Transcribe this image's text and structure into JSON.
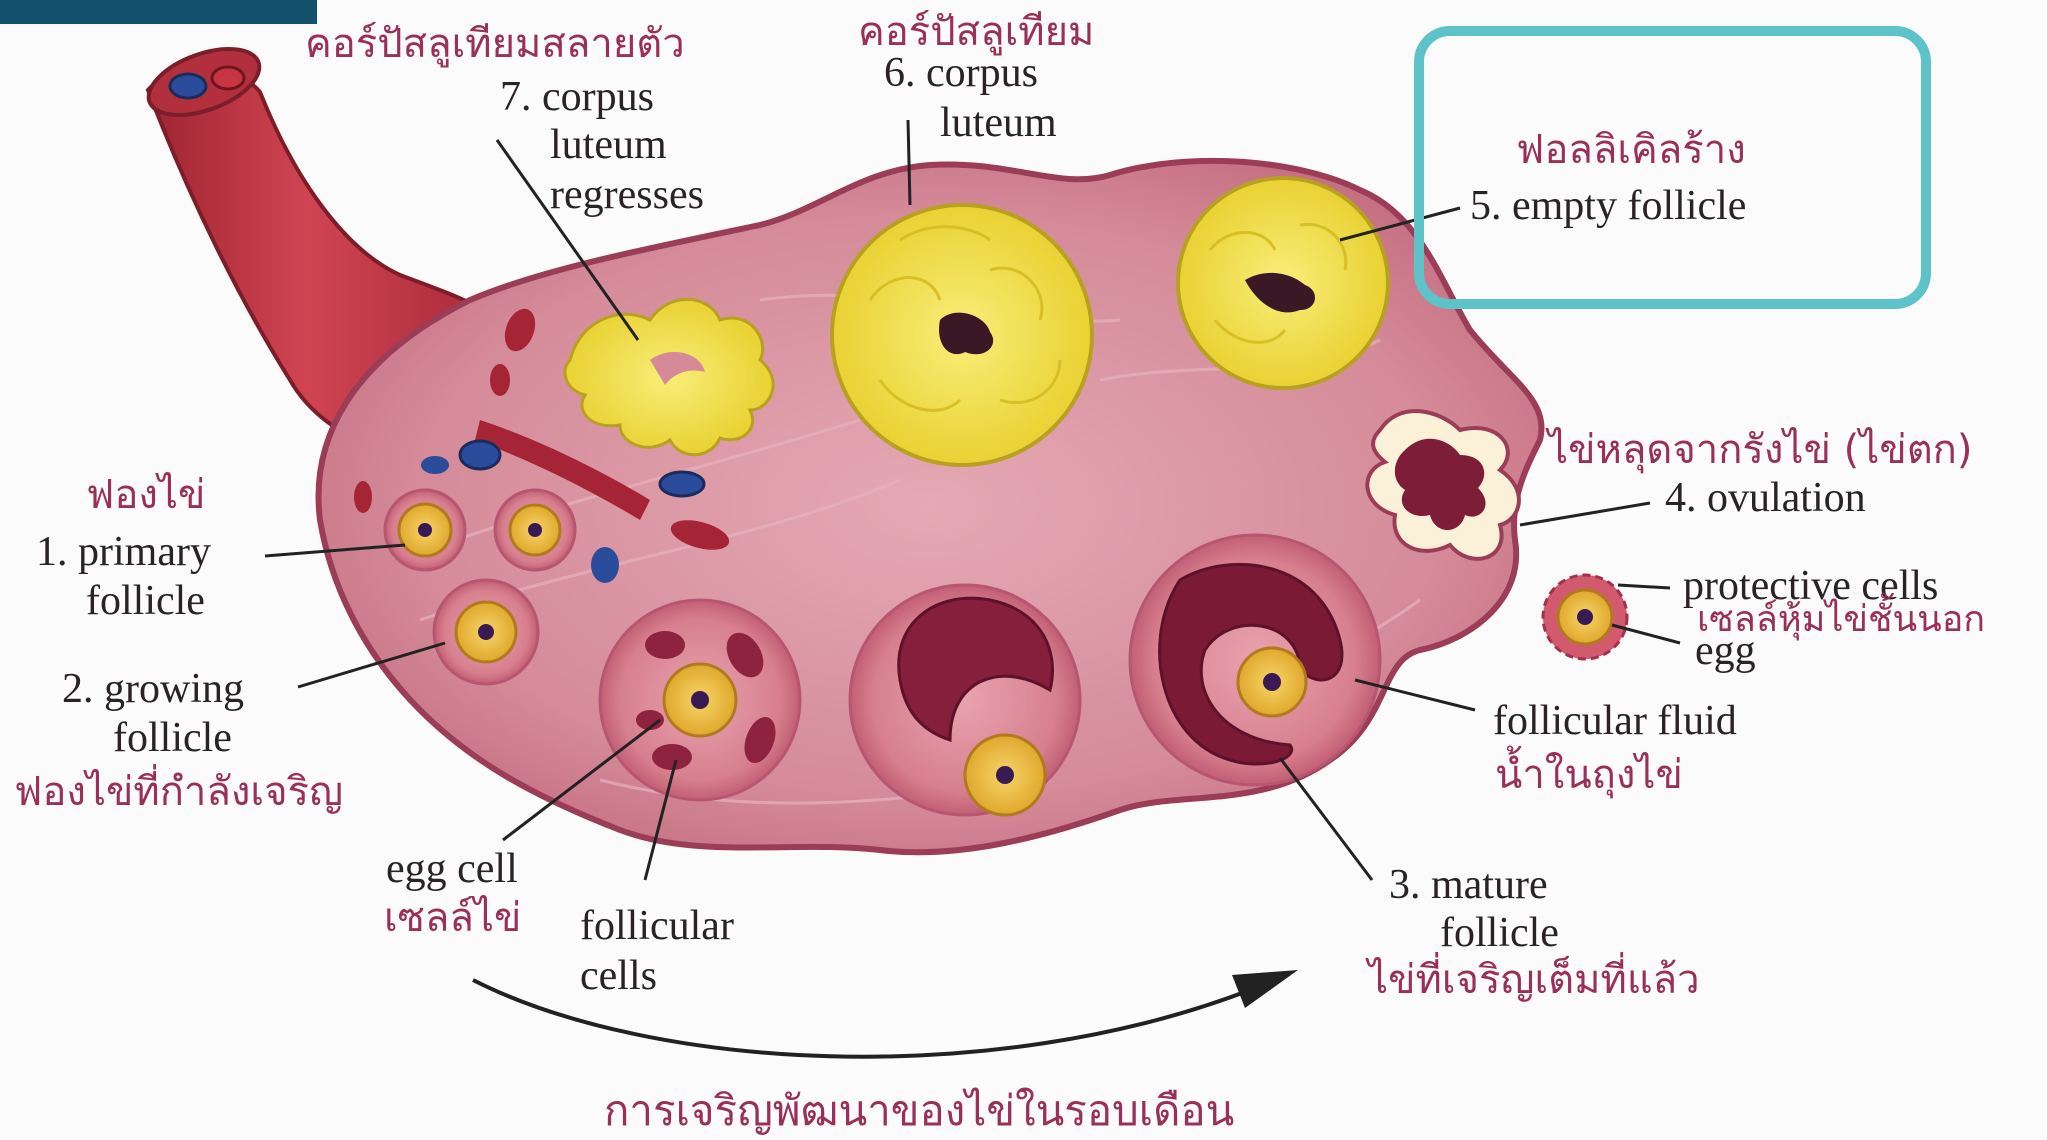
{
  "labels": {
    "corpus_luteum_regresses_th": "คอร์ปัสลูเทียมสลายตัว",
    "corpus_luteum_regresses_en": [
      "7. corpus",
      "luteum",
      "regresses"
    ],
    "corpus_luteum_th": "คอร์ปัสลูเทียม",
    "corpus_luteum_en": [
      "6. corpus",
      "luteum"
    ],
    "empty_follicle_th": "ฟอลลิเคิลร้าง",
    "empty_follicle_en": "5. empty follicle",
    "ovulation_th": "ไข่หลุดจากรังไข่ (ไข่ตก)",
    "ovulation_en": "4. ovulation",
    "protective_cells_en": "protective cells",
    "protective_cells_th": "เซลล์หุ้มไข่ชั้นนอก",
    "egg_en": "egg",
    "follicular_fluid_en": "follicular fluid",
    "follicular_fluid_th": "น้ำในถุงไข่",
    "mature_follicle_en": [
      "3. mature",
      "follicle"
    ],
    "mature_follicle_th": "ไข่ที่เจริญเต็มที่แล้ว",
    "follicular_cells_en": [
      "follicular",
      "cells"
    ],
    "egg_cell_en": "egg cell",
    "egg_cell_th": "เซลล์ไข่",
    "growing_follicle_en": [
      "2. growing",
      "follicle"
    ],
    "growing_follicle_th": "ฟองไข่ที่กำลังเจริญ",
    "primary_follicle_th": "ฟองไข่",
    "primary_follicle_en": [
      "1. primary",
      "follicle"
    ],
    "cycle_caption_th": "การเจริญพัฒนาของไข่ในรอบเดือน"
  },
  "colors": {
    "header_bar": "#12506b",
    "highlight_border": "#5ec3c9",
    "ovary_fill": "#d68a98",
    "ovary_outline": "#9b3d57",
    "corpus_luteum": "#f3e24a",
    "vessel": "#b8303d",
    "english_text": "#2a2326",
    "thai_text": "#9a2f58"
  }
}
